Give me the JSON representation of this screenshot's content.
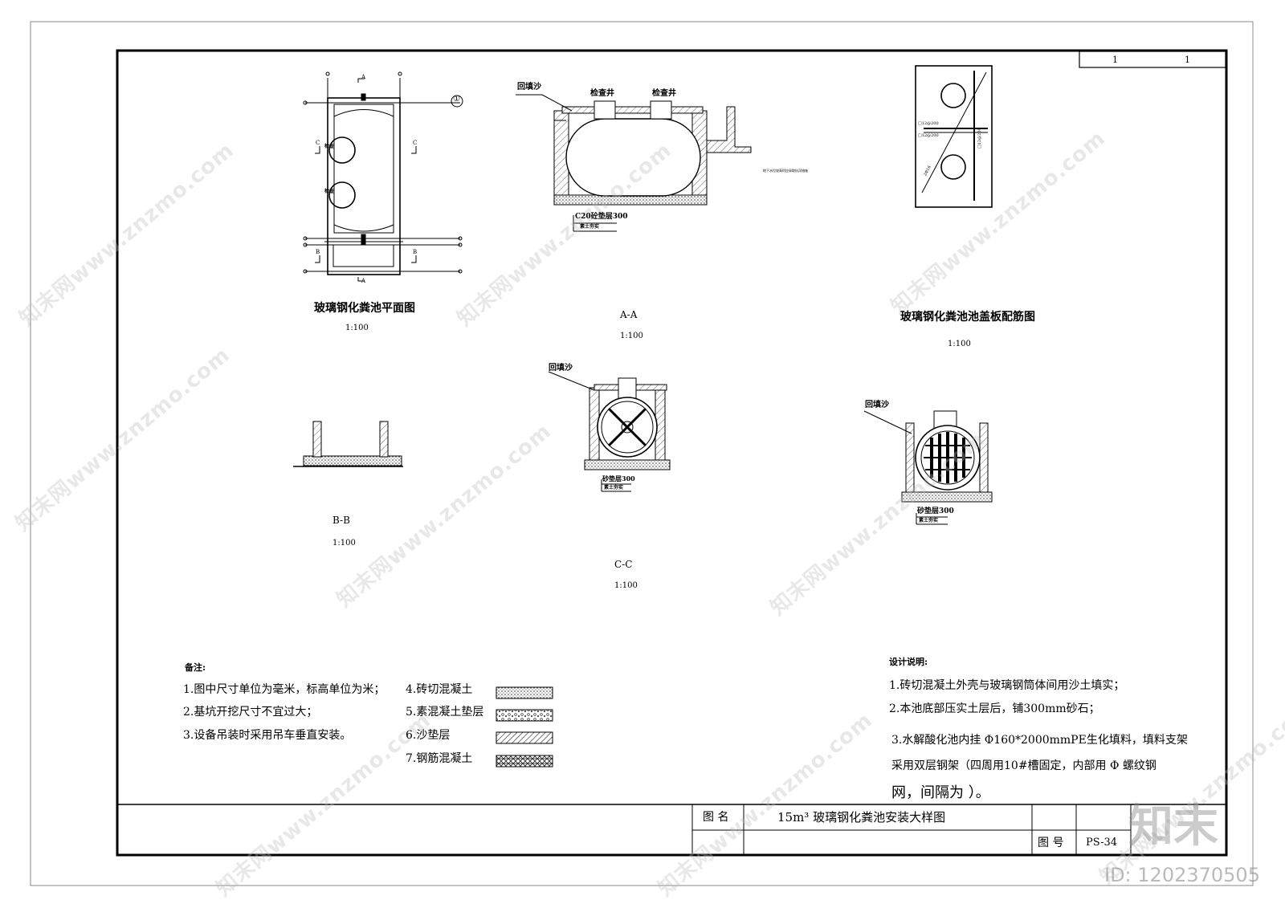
{
  "title_block": {
    "sheet_num_a": "1",
    "sheet_num_b": "1",
    "name_label": "图 名",
    "drawing_title": "15m³ 玻璃钢化粪池安装大样图",
    "number_label": "图 号",
    "drawing_number": "PS-34"
  },
  "views": {
    "plan": {
      "title": "玻璃钢化粪池平面图",
      "scale": "1:100",
      "label_a": "A",
      "label_b": "B",
      "label_c": "C",
      "axis_mark": "①",
      "hole_label": "检查"
    },
    "section_aa": {
      "title": "A-A",
      "scale": "1:100",
      "backfill": "回填沙",
      "well_1": "检查井",
      "well_2": "检查井",
      "base_note_1": "C20砼垫层300",
      "base_note_2": "素土夯实",
      "side_note": "地下水位较高时应采取抗浮措施"
    },
    "cover_plate": {
      "title": "玻璃钢化粪池池盖板配筋图",
      "scale": "1:100",
      "rebar_1": "□12@200",
      "rebar_2": "□12@200",
      "rebar_3": "□12@200",
      "diag_note": "2Φ16"
    },
    "section_bb": {
      "title": "B-B",
      "scale": "1:100"
    },
    "section_cc": {
      "title": "C-C",
      "scale": "1:100",
      "backfill": "回填沙",
      "base_note_1": "砂垫层300",
      "base_note_2": "素土夯实"
    },
    "section_dd": {
      "backfill": "回填沙",
      "base_note_1": "砂垫层300",
      "base_note_2": "素土夯实"
    }
  },
  "notes": {
    "heading": "备注:",
    "items": [
      "1.图中尺寸单位为毫米，标高单位为米；",
      "2.基坑开挖尺寸不宜过大；",
      "3.设备吊装时采用吊车垂直安装。"
    ]
  },
  "legend": {
    "items": [
      {
        "label": "4.砖切混凝土",
        "pattern": "dots"
      },
      {
        "label": "5.素混凝土垫层",
        "pattern": "gravel"
      },
      {
        "label": "6.沙垫层",
        "pattern": "hatch"
      },
      {
        "label": "7.钢筋混凝土",
        "pattern": "crosshatch"
      }
    ]
  },
  "design_notes": {
    "heading": "设计说明:",
    "line_1": "1.砖切混凝土外壳与玻璃钢筒体间用沙土填实；",
    "line_2": "2.本池底部压实土层后，铺300mm砂石；",
    "line_3": "3.水解酸化池内挂 Φ160*2000mmPE生化填料，填料支架",
    "line_4": "采用双层钢架（四周用10#槽固定，内部用 Φ          螺纹钢",
    "line_5": "网，间隔为                    ）。"
  },
  "watermark": {
    "text": "知末网www.znzmo.com",
    "logo": "知末",
    "id": "ID: 1202370505"
  }
}
